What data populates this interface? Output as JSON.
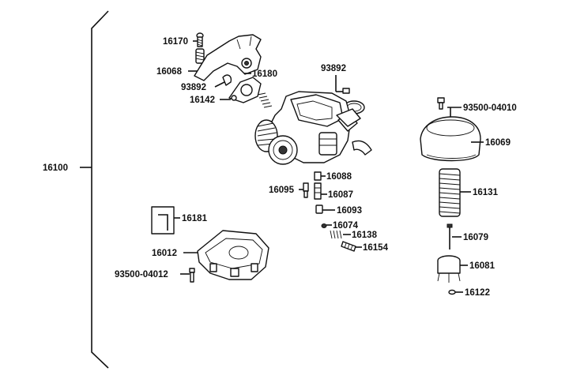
{
  "diagram": {
    "assembly_label": "16100",
    "labels": {
      "p16170": "16170",
      "p16068": "16068",
      "p93892a": "93892",
      "p16180": "16180",
      "p16142": "16142",
      "p93892b": "93892",
      "p93500_04010": "93500-04010",
      "p16069": "16069",
      "p16131": "16131",
      "p16079": "16079",
      "p16081": "16081",
      "p16122": "16122",
      "p16088": "16088",
      "p16095": "16095",
      "p16087": "16087",
      "p16093": "16093",
      "p16074": "16074",
      "p16138": "16138",
      "p16154": "16154",
      "p16181": "16181",
      "p16012": "16012",
      "p93500_04012": "93500-04012"
    }
  }
}
